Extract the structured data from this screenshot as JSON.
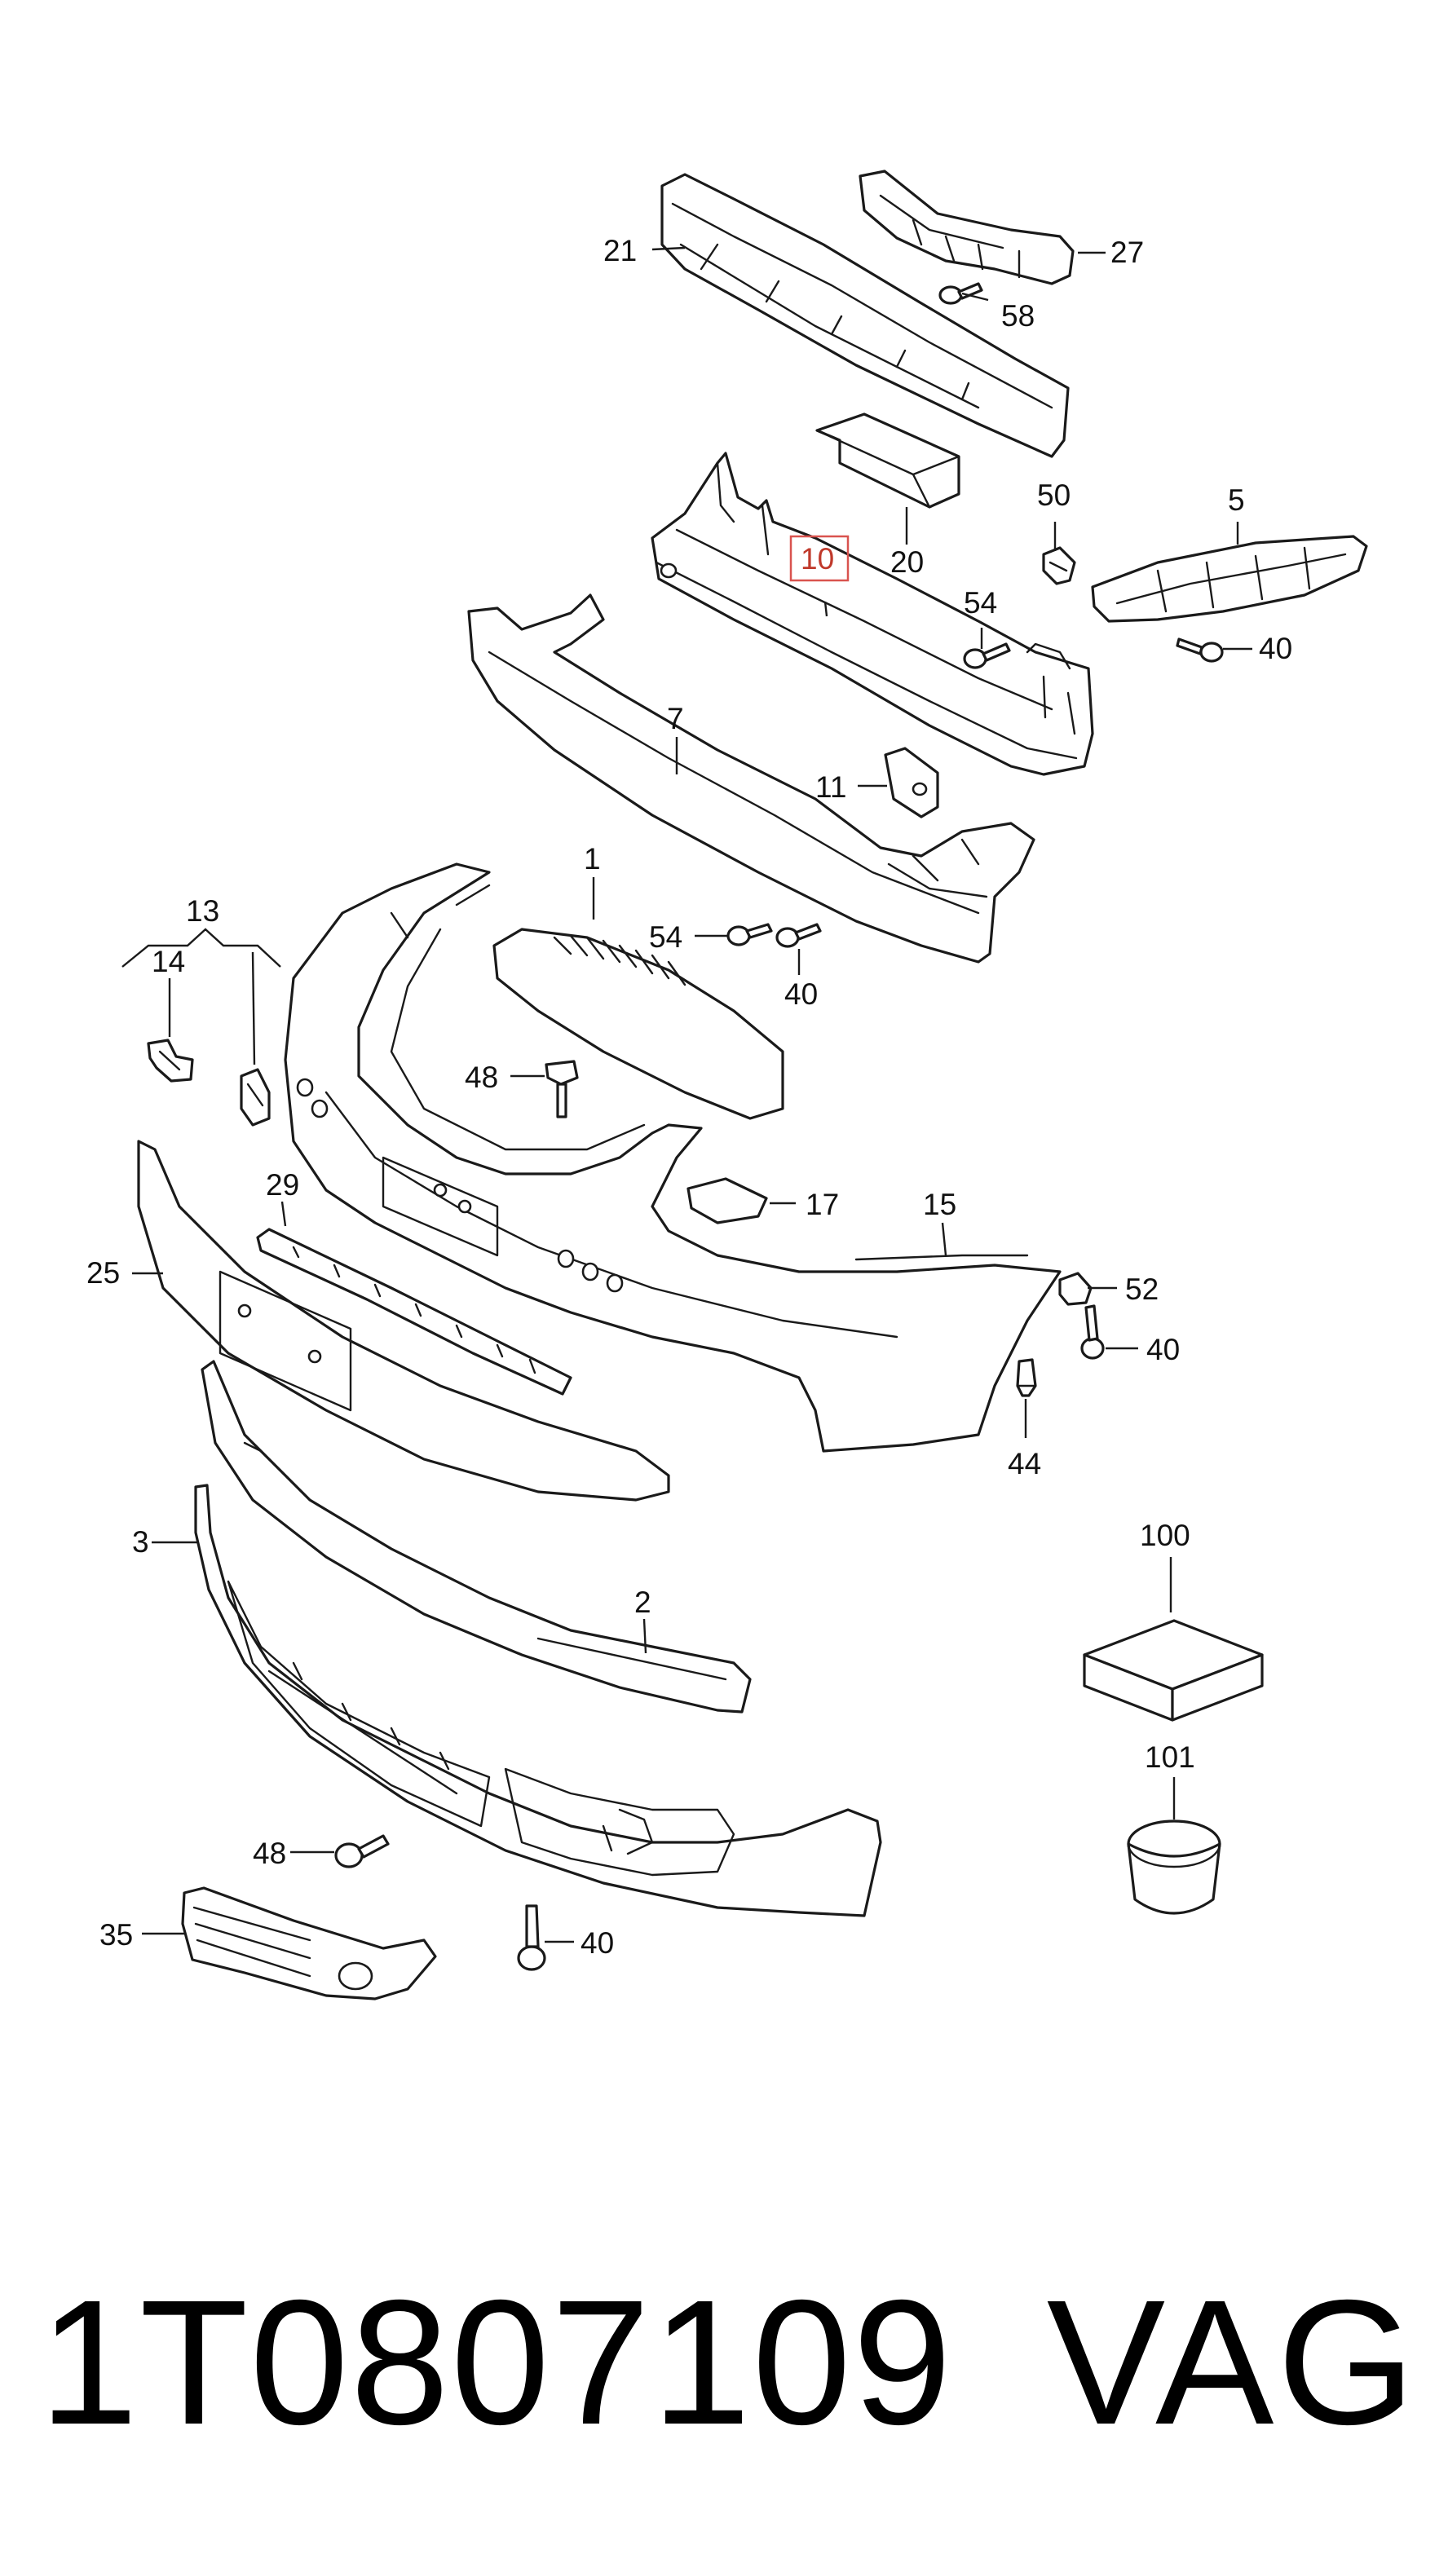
{
  "diagram": {
    "callouts": {
      "c1": "1",
      "c2": "2",
      "c3": "3",
      "c5": "5",
      "c7": "7",
      "c10": "10",
      "c11": "11",
      "c13": "13",
      "c14": "14",
      "c15": "15",
      "c17": "17",
      "c20": "20",
      "c21": "21",
      "c25": "25",
      "c27": "27",
      "c29": "29",
      "c35": "35",
      "c44": "44",
      "c48": "48",
      "c50": "50",
      "c52": "52",
      "c54": "54",
      "c58": "58",
      "c100": "100",
      "c101": "101",
      "c40": "40"
    },
    "highlighted_callout": "10",
    "highlight_color": "#d9534f"
  },
  "footer": {
    "part_number": "1T0807109",
    "brand": "VAG"
  }
}
